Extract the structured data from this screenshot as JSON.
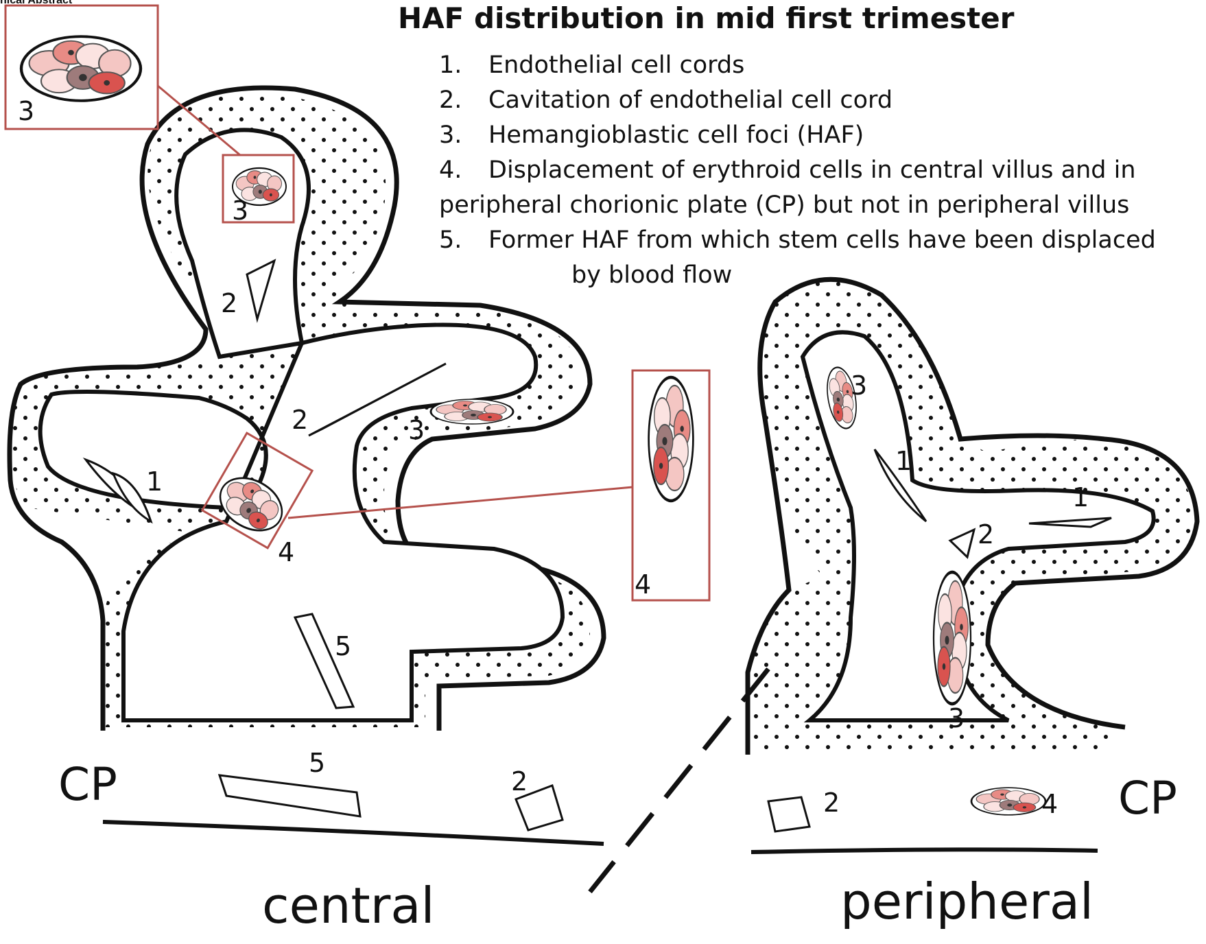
{
  "header": {
    "cutoff_text": "hical Abstract",
    "title": "HAF distribution in mid first trimester"
  },
  "legend": [
    {
      "num": "1.",
      "text": "Endothelial cell cords"
    },
    {
      "num": "2.",
      "text": "Cavitation of endothelial cell cord"
    },
    {
      "num": "3.",
      "text": "Hemangioblastic cell foci (HAF)"
    },
    {
      "num": "4.",
      "text": "Displacement of erythroid cells in central villus and in",
      "cont": "peripheral chorionic plate (CP) but not in peripheral villus"
    },
    {
      "num": "5.",
      "text": "Former HAF from which stem cells have been displaced",
      "cont": "by blood flow"
    }
  ],
  "labels": {
    "c_inset3": "3",
    "c_haf_top": "3",
    "c_cav_top": "2",
    "c_cav_mid": "2",
    "c_haf_right": "3",
    "c_cord": "1",
    "c_disp": "4",
    "c_inset4": "4",
    "c_former_stem": "5",
    "c_former_cp": "5",
    "c_cav_cp": "2",
    "p_haf_top": "3",
    "p_cord_left": "1",
    "p_cord_right": "1",
    "p_cav": "2",
    "p_haf_stem": "3",
    "p_cav_cp": "2",
    "p_disp_cp": "4"
  },
  "cp_left": "CP",
  "cp_right": "CP",
  "regions": {
    "central": "central",
    "peripheral": "peripheral"
  },
  "colors": {
    "outline": "#111111",
    "inset_box": "#b5514c",
    "cell_dark": "#d9534f",
    "cell_light": "#f4c6c3",
    "cell_mid": "#e88b85",
    "nucleus": "#6d4b4b"
  }
}
